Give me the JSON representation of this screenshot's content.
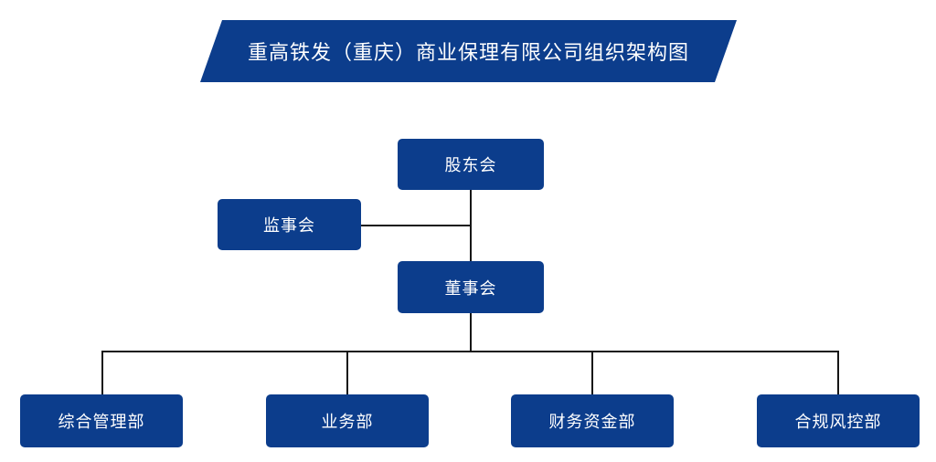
{
  "title": {
    "text": "重高铁发（重庆）商业保理有限公司组织架构图",
    "banner_color": "#0c3d8c",
    "text_color": "#ffffff"
  },
  "theme": {
    "node_fill": "#0c3d8c",
    "node_text": "#ffffff",
    "connector_color": "#161616",
    "background": "#ffffff"
  },
  "nodes": {
    "shareholders": {
      "label": "股东会"
    },
    "supervisors": {
      "label": "监事会"
    },
    "directors": {
      "label": "董事会"
    }
  },
  "departments": [
    {
      "label": "综合管理部"
    },
    {
      "label": "业务部"
    },
    {
      "label": "财务资金部"
    },
    {
      "label": "合规风控部"
    }
  ]
}
